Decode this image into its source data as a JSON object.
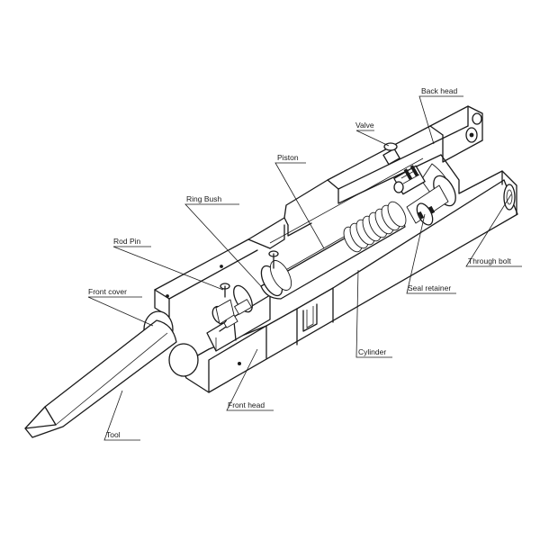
{
  "labels": {
    "back_head": "Back head",
    "valve": "Valve",
    "piston": "Piston",
    "ring_bush": "Ring Bush",
    "rod_pin": "Rod Pin",
    "front_cover": "Front cover",
    "through_bolt": "Through bolt",
    "seal_retainer": "Seal retainer",
    "cylinder": "Cylinder",
    "front_head": "Front head",
    "tool": "Tool"
  },
  "colors": {
    "line": "#1a1a1a",
    "background": "#ffffff"
  }
}
